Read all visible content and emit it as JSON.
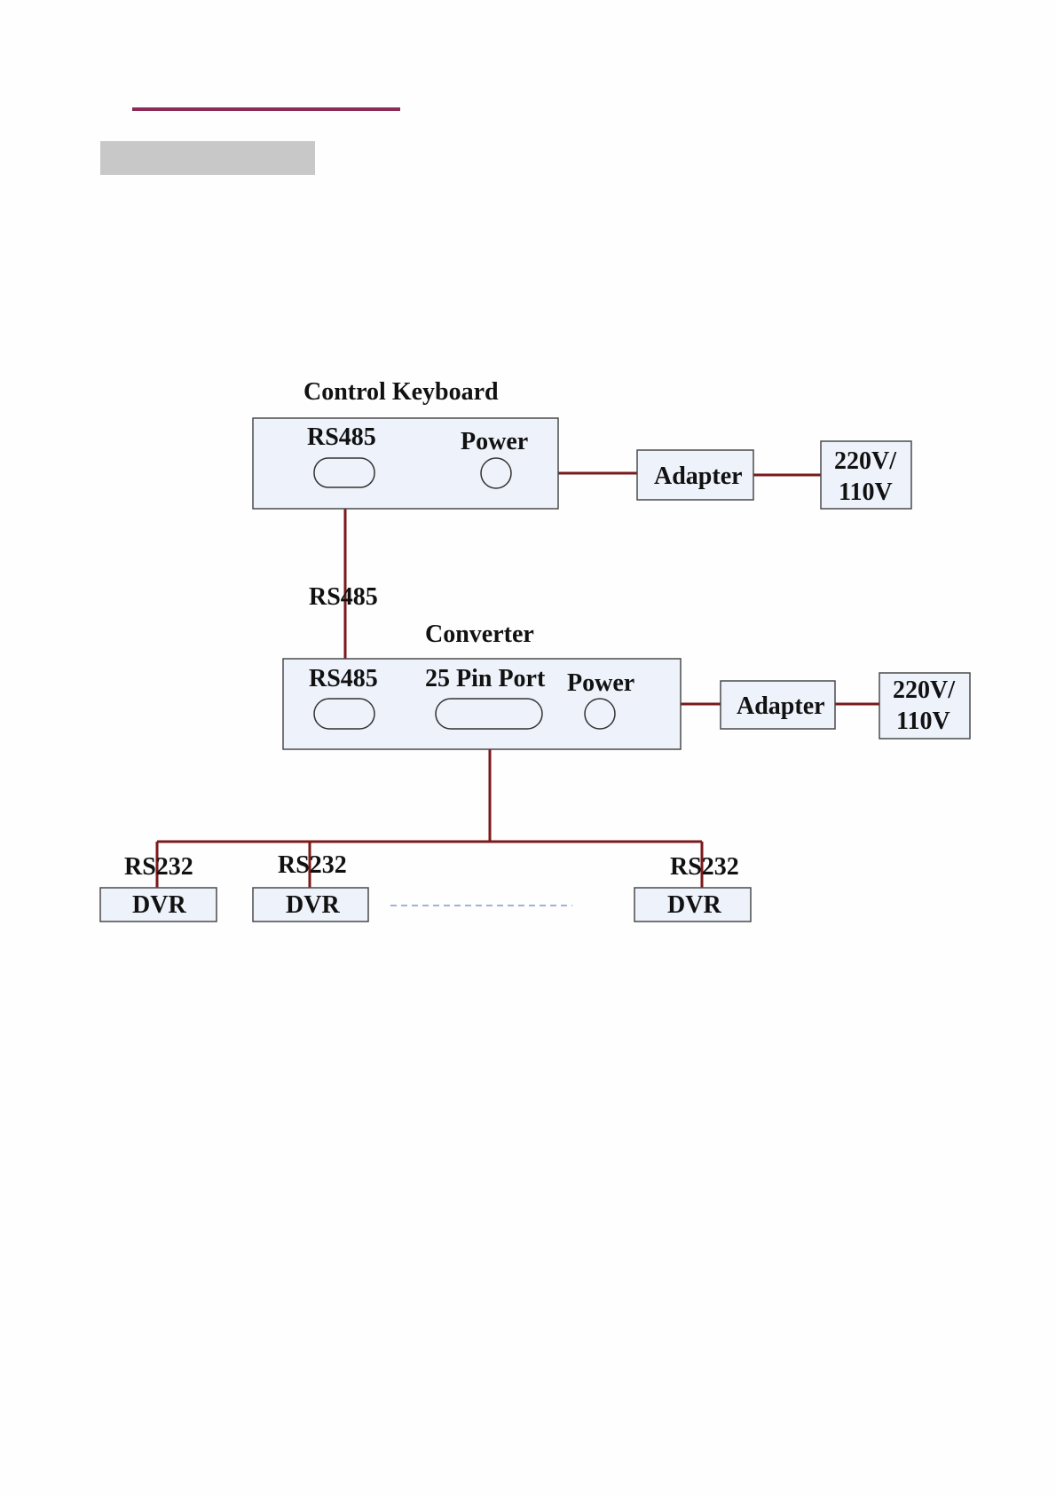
{
  "keyboard": {
    "title": "Control Keyboard",
    "rs485_label": "RS485",
    "power_label": "Power"
  },
  "link_label": "RS485",
  "converter": {
    "title": "Converter",
    "rs485_label": "RS485",
    "pin_label": "25 Pin Port",
    "power_label": "Power"
  },
  "adapters": [
    {
      "label": "Adapter",
      "supply_line1": "220V/",
      "supply_line2": "110V"
    },
    {
      "label": "Adapter",
      "supply_line1": "220V/",
      "supply_line2": "110V"
    }
  ],
  "dvrs": [
    {
      "port": "RS232",
      "label": "DVR"
    },
    {
      "port": "RS232",
      "label": "DVR"
    },
    {
      "port": "RS232",
      "label": "DVR"
    }
  ],
  "colors": {
    "wire": "#7b1a1a",
    "box_fill": "#eef2fb",
    "header_rule": "#8b2a55",
    "header_block": "#c8c8c8",
    "dash": "#9fb4d8"
  }
}
